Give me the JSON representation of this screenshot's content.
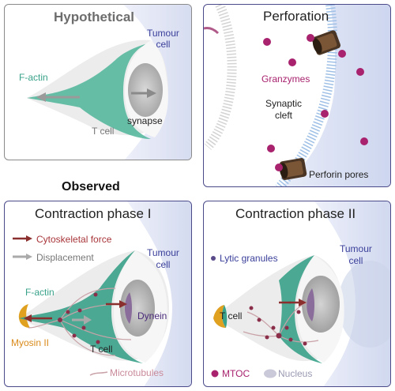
{
  "panels": {
    "hypothetical": {
      "title": "Hypothetical",
      "tumour_label": "Tumour\ncell",
      "factin_label": "F-actin",
      "tcell_label": "T cell",
      "synapse_label": "synapse"
    },
    "perforation": {
      "title": "Perforation",
      "granzymes_label": "Granzymes",
      "cleft_label": "Synaptic\ncleft",
      "pores_label": "Perforin pores"
    },
    "observed_heading": "Observed",
    "contraction1": {
      "title": "Contraction phase I",
      "legend_force": "Cytoskeletal force",
      "legend_displacement": "Displacement",
      "tumour_label": "Tumour\ncell",
      "factin_label": "F-actin",
      "dynein_label": "Dynein",
      "myosin_label": "Myosin II",
      "tcell_label": "T cell",
      "microtubules_label": "Microtubules"
    },
    "contraction2": {
      "title": "Contraction phase II",
      "granules_label": "Lytic granules",
      "tumour_label": "Tumour\ncell",
      "tcell_label": "T cell",
      "mtoc_label": "MTOC",
      "nucleus_label": "Nucleus"
    }
  },
  "colors": {
    "tumour": "#dfe4f4",
    "factin": "#3aa28a",
    "tcell": "#e8e8e8",
    "nucleus": "#b9b9b9",
    "granule": "#a8226e",
    "force_arrow": "#8a2e2e",
    "displacement_arrow": "#a8a8a8",
    "myosin": "#e0a020",
    "membrane": "#9fb7dc",
    "pore": "#4a3a2a"
  }
}
